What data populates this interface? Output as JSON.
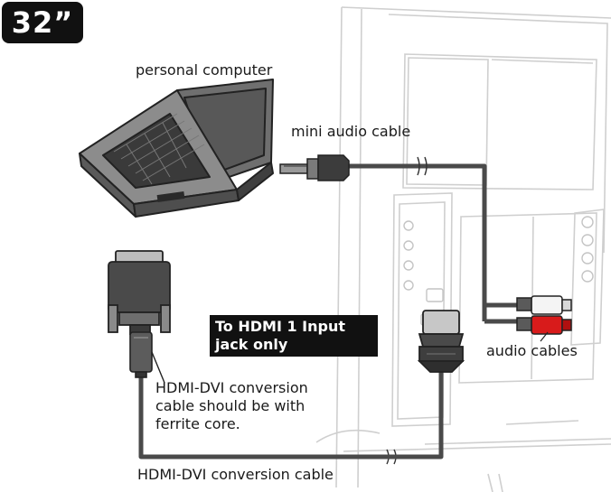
{
  "badge": {
    "size_label": "32”"
  },
  "labels": {
    "personal_computer": "personal computer",
    "mini_audio_cable": "mini audio cable",
    "audio_cables": "audio cables",
    "hdmi_dvi_cable": "HDMI-DVI conversion cable"
  },
  "callout": {
    "line1": "To HDMI 1 Input",
    "line2": "jack only"
  },
  "note": {
    "line1": "HDMI-DVI conversion",
    "line2": "cable should be with",
    "line3": "ferrite core."
  },
  "icons": [
    "laptop-icon",
    "tv-back-panel-icon",
    "mini-plug-icon",
    "rca-plugs-icon",
    "dvi-connector-icon",
    "hdmi-connector-icon",
    "ferrite-core-icon"
  ],
  "colors": {
    "ink": "#1a1a1a",
    "cable": "#4a4a4a",
    "tv_line": "#c8c8c8",
    "rca_red": "#d81b1b",
    "rca_white": "#f4f4f4",
    "callout_bg": "#111111",
    "callout_text": "#ffffff"
  }
}
